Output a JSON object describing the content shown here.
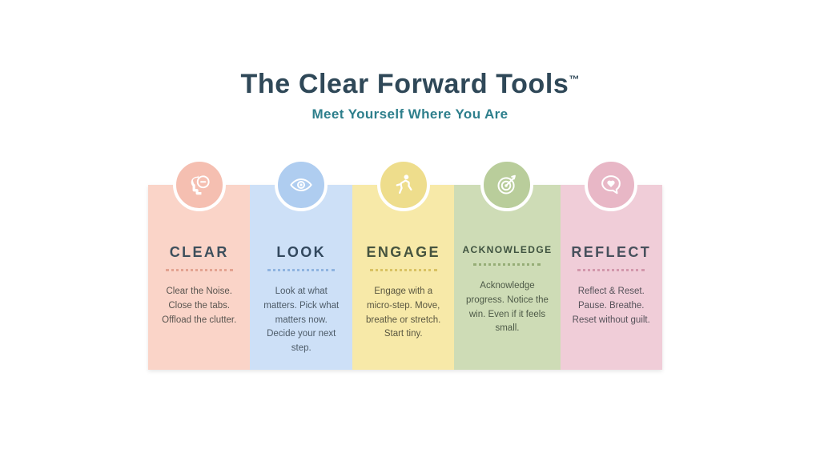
{
  "header": {
    "title": "The Clear Forward Tools",
    "trademark": "™",
    "subtitle": "Meet Yourself Where You Are",
    "title_color": "#2f4858",
    "subtitle_color": "#2e7f8c"
  },
  "columns": [
    {
      "id": "clear",
      "title": "CLEAR",
      "body": "Clear the Noise. Close the tabs. Offload the clutter.",
      "icon": "head-minus-icon",
      "panel_color": "#fad4c8",
      "badge_color": "#f5bfb1",
      "divider_color": "#e3a391",
      "title_color": "#3d4f5c",
      "body_color": "#5a5550"
    },
    {
      "id": "look",
      "title": "LOOK",
      "body": "Look at what matters. Pick what matters now. Decide your next step.",
      "icon": "eye-icon",
      "panel_color": "#cde0f7",
      "badge_color": "#afcdf0",
      "divider_color": "#8fb4e0",
      "title_color": "#32485e",
      "body_color": "#4d5b68"
    },
    {
      "id": "engage",
      "title": "ENGAGE",
      "body": "Engage with a micro-step. Move, breathe or stretch. Start tiny.",
      "icon": "running-person-icon",
      "panel_color": "#f7e9a8",
      "badge_color": "#eedd8c",
      "divider_color": "#d9c263",
      "title_color": "#46543f",
      "body_color": "#5a5741"
    },
    {
      "id": "acknowledge",
      "title": "ACKNOWLEDGE",
      "body": "Acknowledge progress. Notice the win. Even if it feels small.",
      "icon": "target-arrow-icon",
      "panel_color": "#cedcb6",
      "badge_color": "#b9cd9b",
      "divider_color": "#96ad76",
      "title_color": "#3f5340",
      "body_color": "#4e5a48"
    },
    {
      "id": "reflect",
      "title": "REFLECT",
      "body": "Reflect & Reset. Pause. Breathe. Reset without guilt.",
      "icon": "speech-bubble-heart-icon",
      "panel_color": "#f0cdd8",
      "badge_color": "#e8b7c6",
      "divider_color": "#d397ac",
      "title_color": "#47505c",
      "body_color": "#56525a"
    }
  ]
}
